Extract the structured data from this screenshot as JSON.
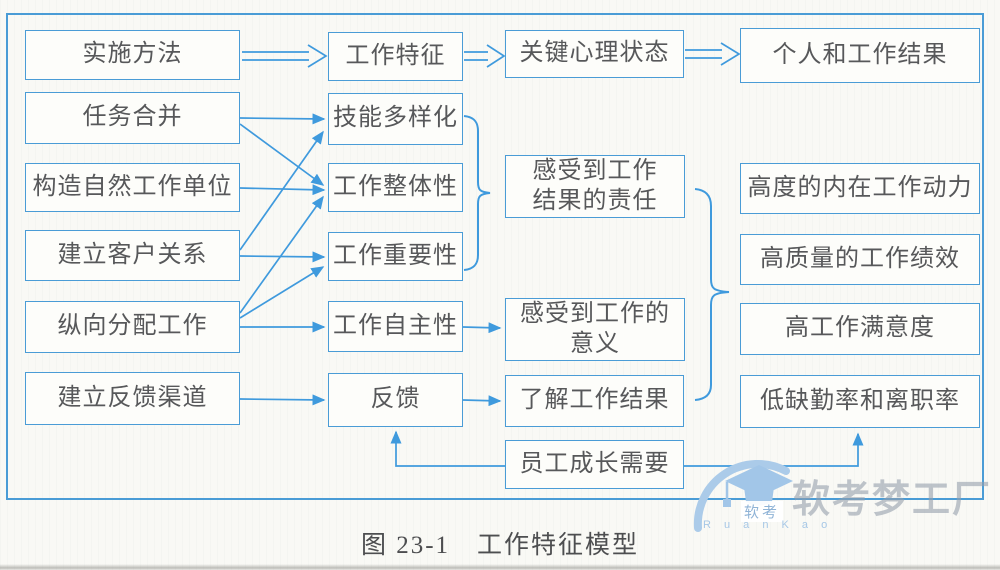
{
  "figure": {
    "caption": "图 23-1　工作特征模型"
  },
  "colors": {
    "line_blue": "#3f9add",
    "box_border_blue": "#4a9cd6",
    "text_gray": "#57585a",
    "watermark_blue": "#a8c8e6",
    "watermark_gray": "#9aa4b0"
  },
  "boxes": {
    "implementation_methods": {
      "label": "实施方法"
    },
    "task_combination": {
      "label": "任务合并"
    },
    "natural_work_units": {
      "label": "构造自然工作单位"
    },
    "client_relationships": {
      "label": "建立客户关系"
    },
    "vertical_loading": {
      "label": "纵向分配工作"
    },
    "feedback_channels": {
      "label": "建立反馈渠道"
    },
    "job_characteristics": {
      "label": "工作特征"
    },
    "skill_variety": {
      "label": "技能多样化"
    },
    "task_identity": {
      "label": "工作整体性"
    },
    "task_significance": {
      "label": "工作重要性"
    },
    "autonomy": {
      "label": "工作自主性"
    },
    "feedback": {
      "label": "反馈"
    },
    "critical_psych_states": {
      "label": "关键心理状态"
    },
    "felt_responsibility": {
      "label": "感受到工作\n结果的责任"
    },
    "felt_meaningfulness": {
      "label": "感受到工作的\n意义"
    },
    "knowledge_of_results": {
      "label": "了解工作结果"
    },
    "employee_growth_needs": {
      "label": "员工成长需要"
    },
    "personal_work_outcomes": {
      "label": "个人和工作结果"
    },
    "internal_motivation": {
      "label": "高度的内在工作动力"
    },
    "work_performance": {
      "label": "高质量的工作绩效"
    },
    "job_satisfaction": {
      "label": "高工作满意度"
    },
    "low_absenteeism_turnover": {
      "label": "低缺勤率和离职率"
    }
  },
  "watermark": {
    "brand": "软考梦工厂",
    "cap_text": "软考",
    "latin": "R u a n K a o"
  }
}
